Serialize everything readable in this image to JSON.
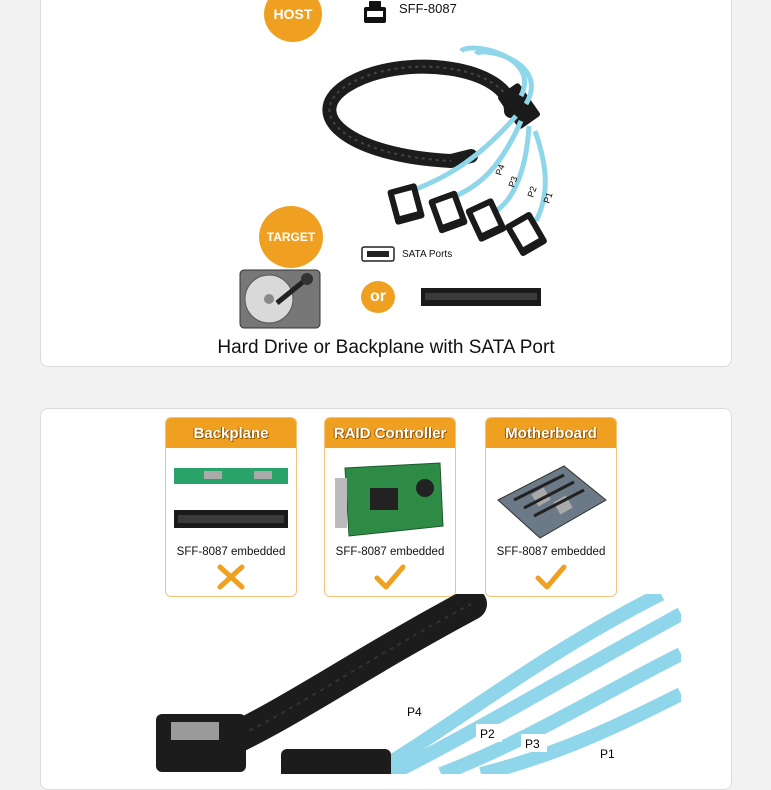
{
  "top_card": {
    "host_badge": "HOST",
    "connector_label": "SFF-8087",
    "target_badge": "TARGET",
    "sata_ports_label": "SATA Ports",
    "or_badge": "or",
    "caption": "Hard Drive or Backplane with SATA Port",
    "port_tags": [
      "P4",
      "P3",
      "P2",
      "P1"
    ]
  },
  "compat": {
    "panels": [
      {
        "title": "Backplane",
        "caption": "SFF-8087 embedded",
        "status": "cross"
      },
      {
        "title": "RAID Controller",
        "caption": "SFF-8087 embedded",
        "status": "check"
      },
      {
        "title": "Motherboard",
        "caption": "SFF-8087 embedded",
        "status": "check"
      }
    ],
    "closeup_tags": [
      "P4",
      "P2",
      "P3",
      "P1"
    ]
  },
  "colors": {
    "accent": "#f0a020",
    "cable_blue": "#8fd6ea",
    "sleeve": "#1c1c1c"
  }
}
